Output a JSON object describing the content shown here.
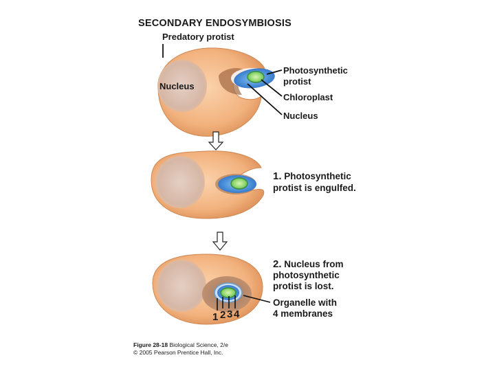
{
  "title": "SECONDARY ENDOSYMBIOSIS",
  "panel1": {
    "predatory_label": "Predatory protist",
    "host_nucleus_label": "Nucleus",
    "photosynthetic_label_line1": "Photosynthetic",
    "photosynthetic_label_line2": "protist",
    "chloroplast_label": "Chloroplast",
    "nucleus_label": "Nucleus"
  },
  "panel2": {
    "step_number": "1.",
    "step_text_line1": "Photosynthetic",
    "step_text_line2": "protist is engulfed."
  },
  "panel3": {
    "step_number": "2.",
    "step_text_line1": "Nucleus from",
    "step_text_line2": "photosynthetic",
    "step_text_line3": "protist is lost.",
    "organelle_line1": "Organelle with",
    "organelle_line2": "4 membranes",
    "membrane_numbers": [
      "1",
      "2",
      "3",
      "4"
    ]
  },
  "caption": {
    "figure_label": "Figure 28-18",
    "book_title": "Biological Science, 2/e",
    "copyright": "© 2005 Pearson Prentice Hall, Inc."
  },
  "colors": {
    "cell_fill": "#f2b27e",
    "cell_edge": "#d9894d",
    "host_nucleus": "#d8b9a6",
    "protist_blue": "#3f7fcf",
    "chloroplast_green": "#7ccf6a"
  }
}
